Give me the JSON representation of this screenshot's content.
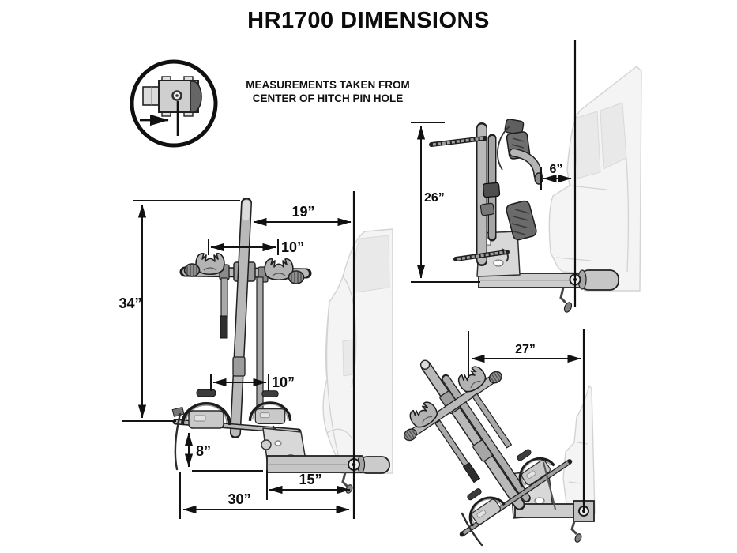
{
  "title": "HR1700 DIMENSIONS",
  "note_line1": "MEASUREMENTS TAKEN FROM",
  "note_line2": "CENTER OF HITCH PIN HOLE",
  "views": {
    "rear": {
      "dims": {
        "mast_height": "34”",
        "mast_to_pin": "19”",
        "clamp_spacing": "10”",
        "tray_spacing": "10”",
        "tray_drop": "8”",
        "pin_to_plate": "15”",
        "overall_width": "30”"
      }
    },
    "folded": {
      "dims": {
        "folded_height": "26”",
        "vehicle_clearance": "6”"
      }
    },
    "tilted": {
      "dims": {
        "tilt_reach": "27”"
      }
    }
  },
  "colors": {
    "ink": "#111111",
    "rack_gray": "#bdbdbd",
    "rack_dark": "#6e6e6e",
    "vehicle_gray": "#d9d9d9",
    "background": "#ffffff"
  }
}
